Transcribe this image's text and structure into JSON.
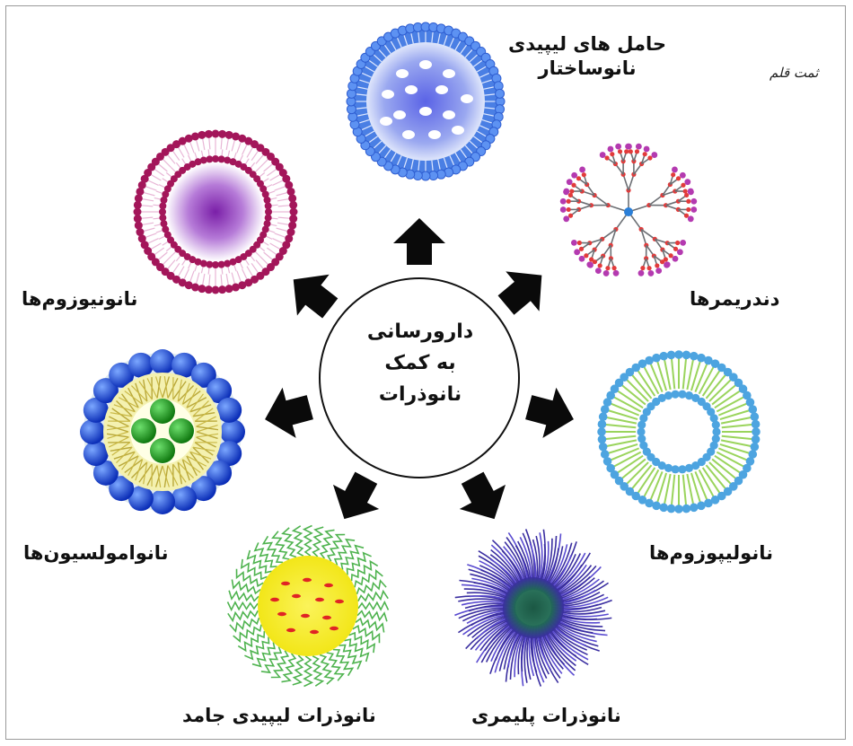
{
  "center": {
    "lines": [
      "دارورسانی",
      "به کمک",
      "نانوذرات"
    ]
  },
  "labels": {
    "lipid_carriers": [
      "حامل های لیپیدی",
      "نانوساختار"
    ],
    "dendrimers": "دندریمرها",
    "nanoliposomes": "نانولیپوزوم‌ها",
    "polymeric_np": "نانوذرات پلیمری",
    "solid_lipid_np": "نانوذرات لیپیدی جامد",
    "nanoemulsions": "نانوامولسیون‌ها",
    "niosomes": "نانونیوزوم‌ها"
  },
  "watermark": "ثمت قلم",
  "colors": {
    "arrow": "#0a0a0a",
    "lipid_blue": "#3a6fe0",
    "niosome": "#a3165a",
    "dendrimer": "#b43ab0",
    "liposome": "#4da4e0",
    "polymer": "#3a2ea0",
    "sln_core": "#f5f025",
    "emulsion": "#1439c8"
  }
}
